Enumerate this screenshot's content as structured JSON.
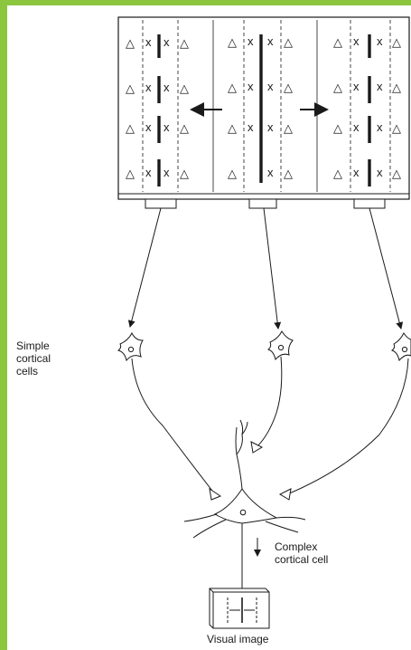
{
  "colors": {
    "frame_green": "#8cc63f",
    "ink": "#1a1a1a",
    "paper": "#ffffff"
  },
  "labels": {
    "simple_cells": [
      "Simple",
      "cortical",
      "cells"
    ],
    "complex_cell": [
      "Complex",
      "cortical cell"
    ],
    "visual_image": "Visual image"
  },
  "receptive_field": {
    "on_symbol": "△",
    "off_symbol": "x"
  }
}
